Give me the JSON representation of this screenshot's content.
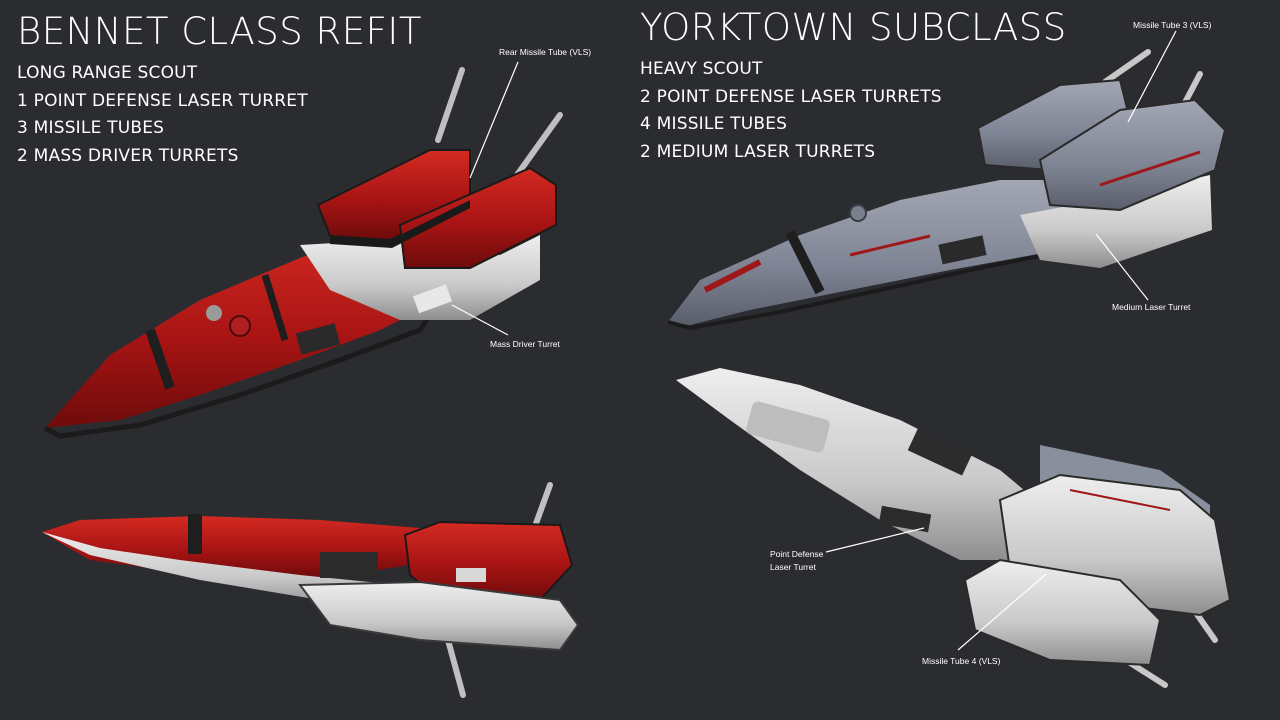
{
  "left": {
    "title": "BENNET CLASS REFIT",
    "specs": [
      "LONG RANGE SCOUT",
      "1 POINT DEFENSE LASER TURRET",
      "3 MISSILE TUBES",
      "2 MASS DRIVER TURRETS"
    ]
  },
  "right": {
    "title": "YORKTOWN SUBCLASS",
    "specs": [
      "HEAVY SCOUT",
      "2 POINT DEFENSE LASER TURRETS",
      "4 MISSILE TUBES",
      "2 MEDIUM LASER TURRETS"
    ]
  },
  "callouts": {
    "rear_missile_tube": "Rear Missile Tube (VLS)",
    "mass_driver_turret": "Mass Driver Turret",
    "missile_tube_3": "Missile Tube 3 (VLS)",
    "medium_laser_turret": "Medium Laser Turret",
    "point_defense_line1": "Point Defense",
    "point_defense_line2": "Laser Turret",
    "missile_tube_4": "Missile Tube 4 (VLS)"
  },
  "colors": {
    "background": "#2b2c30",
    "bennet_hull": "#b01616",
    "yorktown_hull": "#8a8f9e",
    "light_hull": "#d4d4d4"
  }
}
